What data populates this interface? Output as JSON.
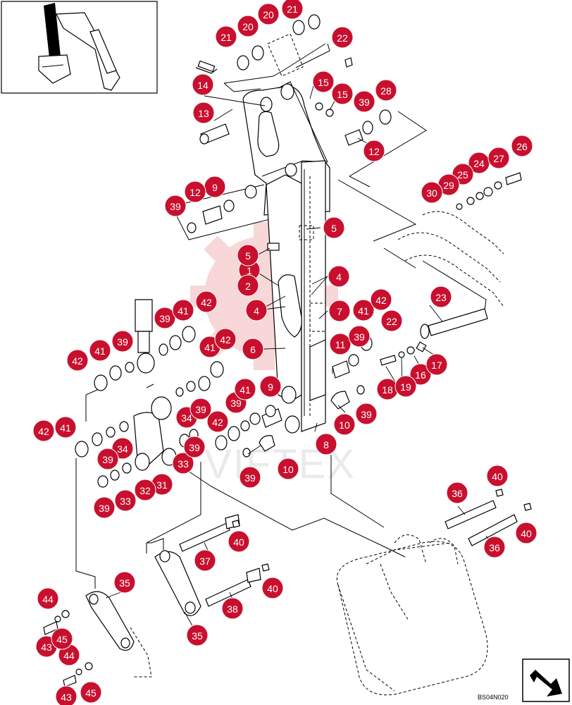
{
  "drawing_code": "BS04N020",
  "watermark_text": "VIFTEX",
  "colors": {
    "callout": "#c8102e",
    "callout_text": "#ffffff",
    "watermark": "#f2b8b8",
    "line": "#000000"
  },
  "icons": {
    "thumbnail": "excavator-arm-icon",
    "nav_arrow": "next-page-arrow-icon"
  },
  "callout_numbers": [
    "1",
    "2",
    "4",
    "5",
    "6",
    "7",
    "8",
    "9",
    "10",
    "11",
    "12",
    "13",
    "14",
    "15",
    "16",
    "17",
    "18",
    "19",
    "20",
    "21",
    "22",
    "23",
    "24",
    "25",
    "26",
    "27",
    "28",
    "29",
    "30",
    "31",
    "32",
    "33",
    "34",
    "35",
    "36",
    "37",
    "38",
    "39",
    "40",
    "41",
    "42",
    "43",
    "44",
    "45"
  ]
}
